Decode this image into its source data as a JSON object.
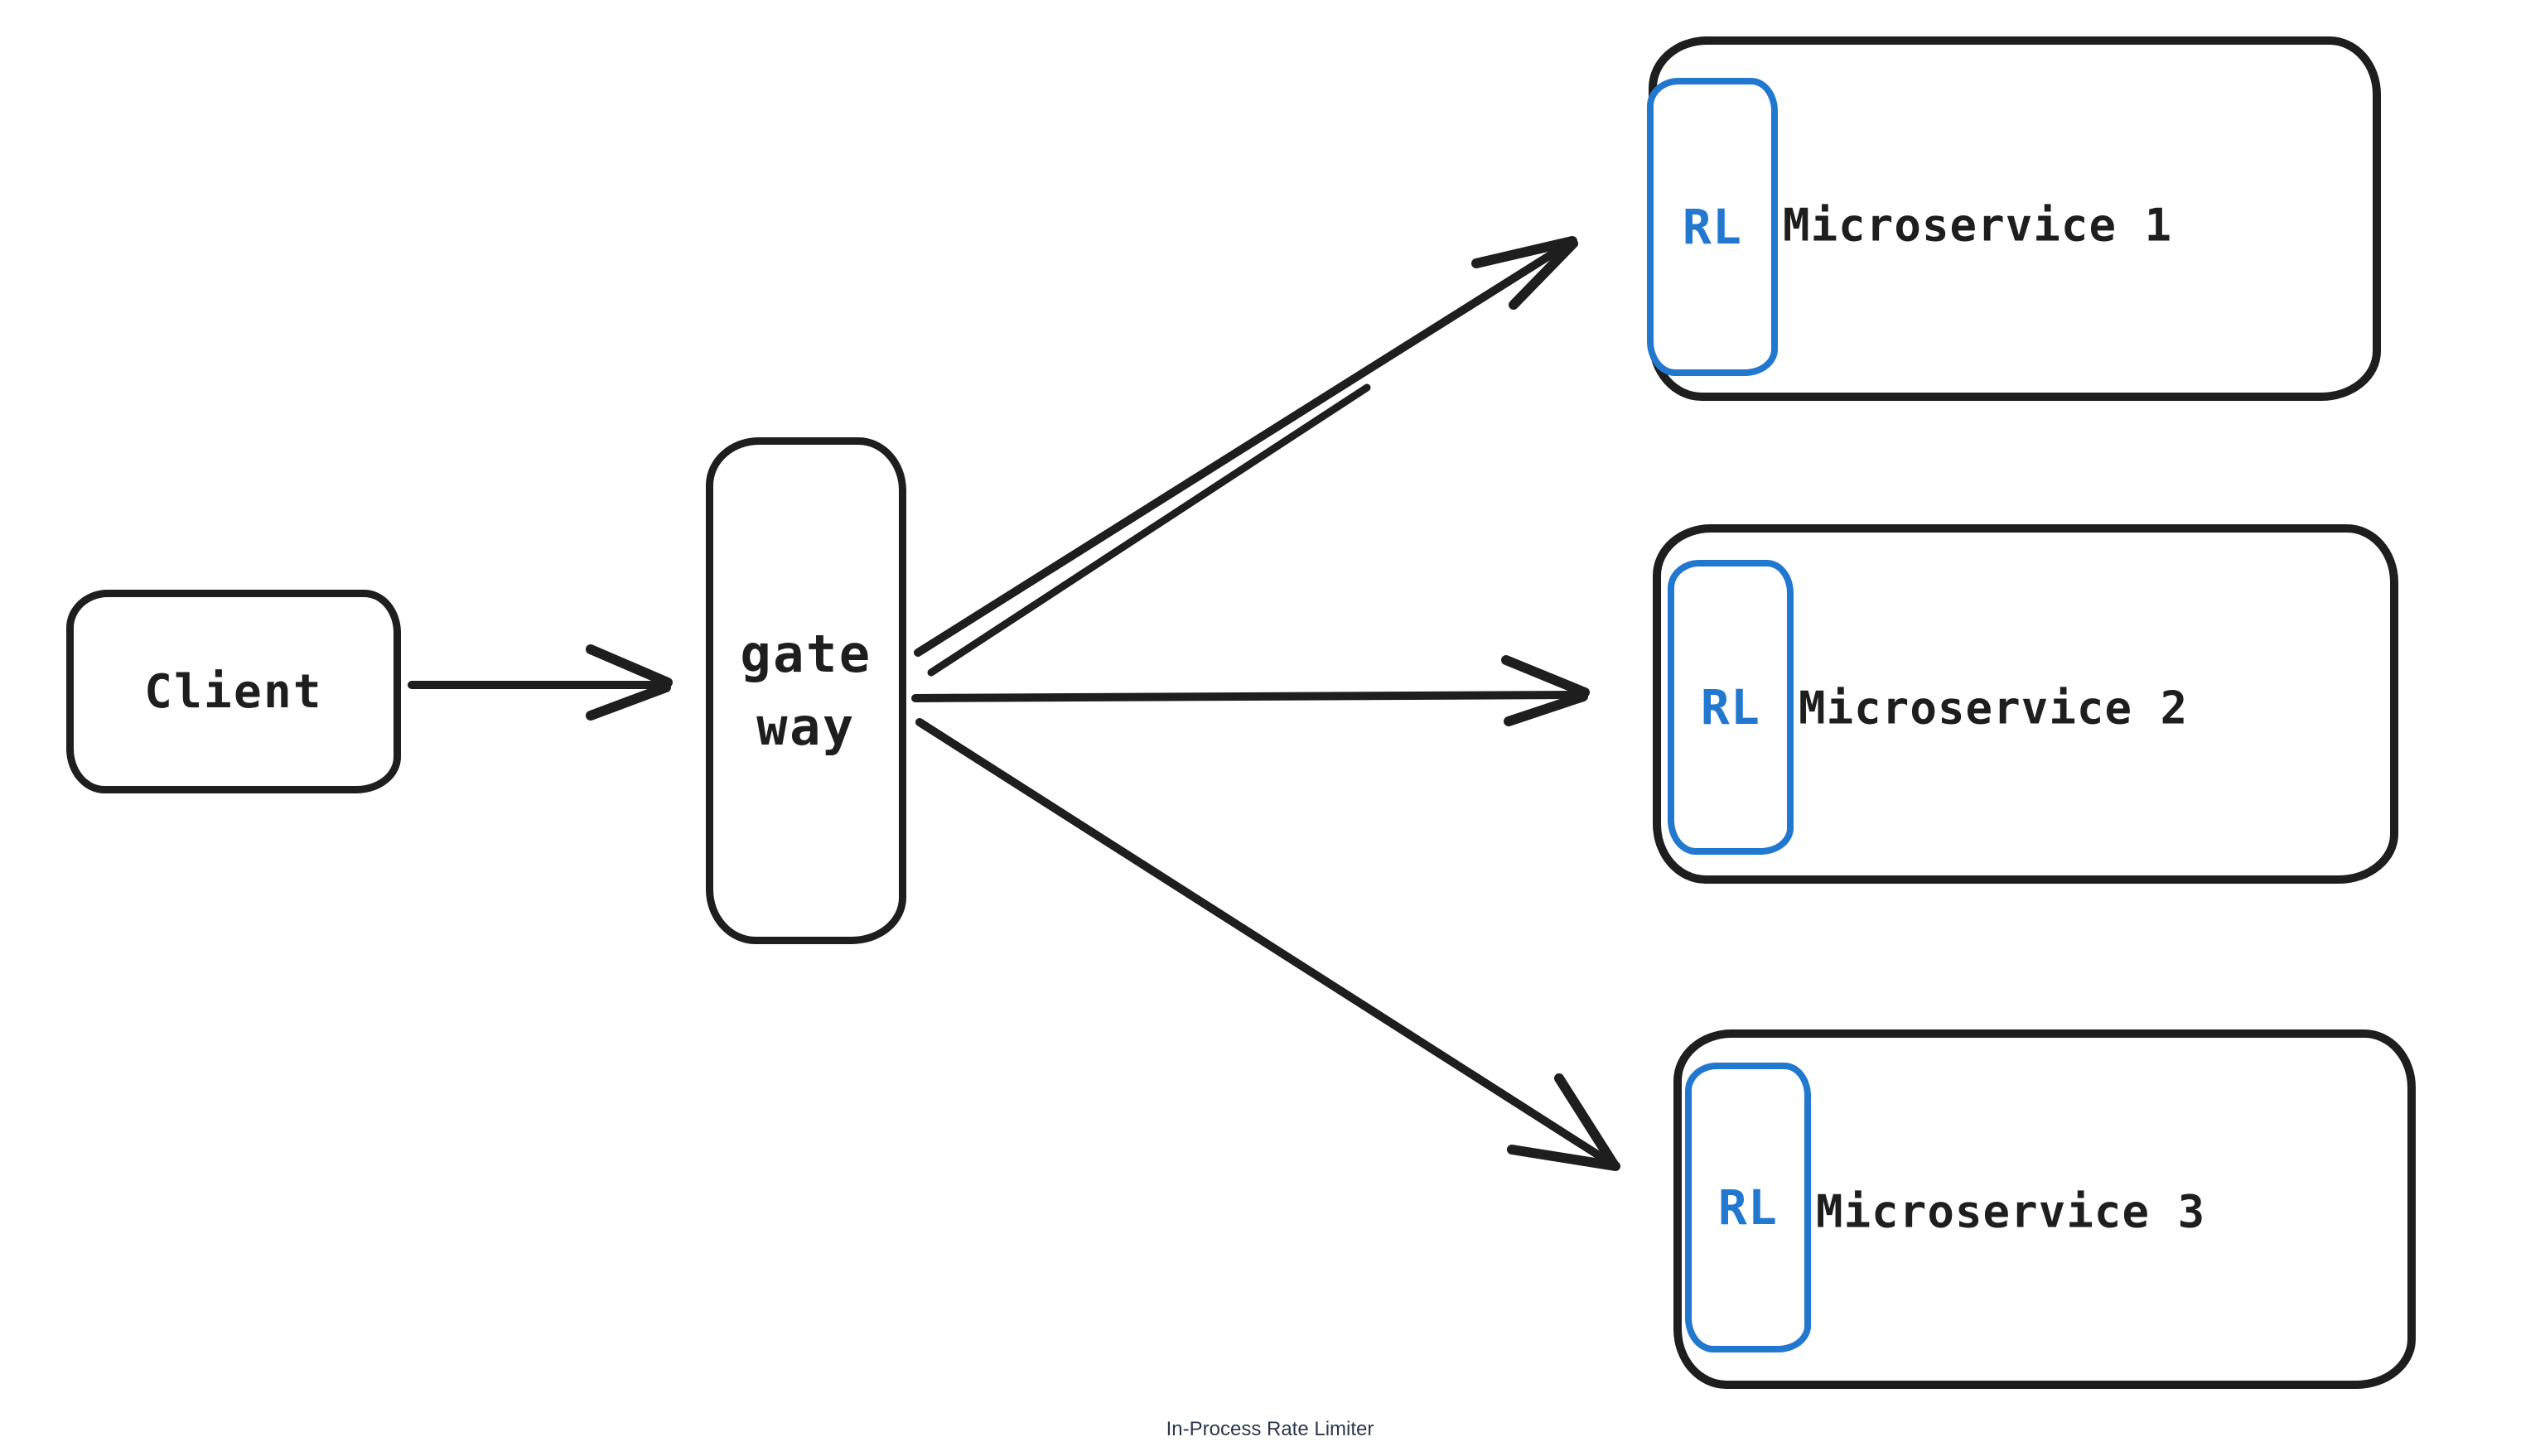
{
  "diagram": {
    "caption": "In-Process Rate Limiter",
    "client": {
      "label": "Client"
    },
    "gateway": {
      "label_line1": "gate",
      "label_line2": "way"
    },
    "rate_limiter_badge": {
      "label": "RL"
    },
    "microservices": [
      {
        "name": "Microservice 1"
      },
      {
        "name": "Microservice 2"
      },
      {
        "name": "Microservice 3"
      }
    ],
    "edges": [
      {
        "from": "Client",
        "to": "gateway"
      },
      {
        "from": "gateway",
        "to": "Microservice 1"
      },
      {
        "from": "gateway",
        "to": "Microservice 2"
      },
      {
        "from": "gateway",
        "to": "Microservice 3"
      }
    ],
    "colors": {
      "stroke_black": "#1e1e1e",
      "accent_blue": "#2278cf",
      "caption_text": "#2d374b",
      "background": "#ffffff"
    }
  }
}
